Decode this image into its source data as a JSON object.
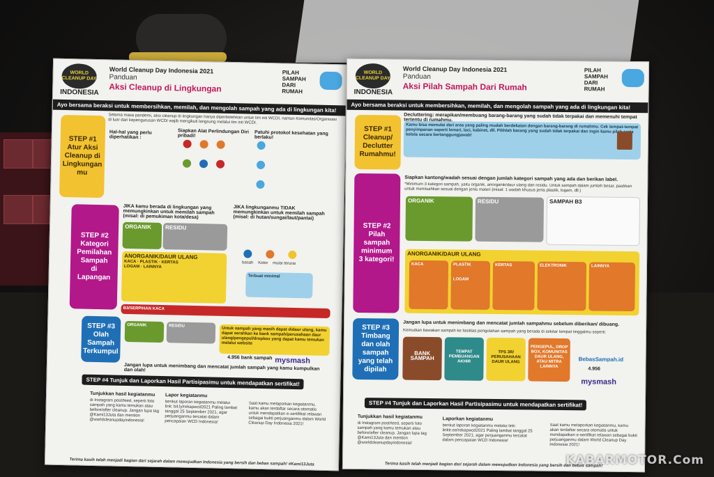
{
  "left_poster": {
    "logo_text": "WORLD CLEANUP DAY",
    "country": "INDONESIA",
    "event": "World Cleanup Day Indonesia 2021",
    "subtitle": "Panduan",
    "title": "Aksi Cleanup di Lingkungan",
    "pilah_logo": "PILAH SAMPAH DARI RUMAH",
    "banner": "Ayo bersama beraksi untuk membersihkan, memilah, dan mengolah sampah yang ada di lingkungan kita!",
    "intro": "Selama masa pandemi, aksi cleanup di lingkungan hanya diperbolehkan untuk tim inti WCDI, namun Komunitas/Organisasi di luar dari kepengurusan WCDI wajib mengikuti langsung melalui tim inti WCDI.",
    "step1": "STEP #1\nAtur Aksi\nCleanup di\nLingkungan\nmu",
    "step1_head": "Hal-hal yang perlu diperhatikan :",
    "step1_protect": "Siapkan Alat Perlindungan Diri pribadi!",
    "step1_protocol": "Patuhi protokol kesehatan yang berlaku!",
    "step2": "STEP #2\nKategori\nPemilahan\nSampah\ndi\nLapangan",
    "step2_left_head": "JIKA kamu berada di lingkungan yang memungkinkan untuk memilah sampah (misal: di pemukiman kota/desa)",
    "step2_right_head": "JIKA lingkunganmu TIDAK memungkinkan untuk memilah sampah (misal: di hutan/sungai/laut/pantai)",
    "organik": "ORGANIK",
    "residu": "RESIDU",
    "anorganik": "ANORGANIK/DAUR ULANG",
    "kaca": "KACA",
    "plastik": "PLASTIK",
    "kertas": "KERTAS",
    "logam": "LOGAM",
    "lainnya": "LAINNYA",
    "b3": "B3/SERPIHAN KACA",
    "labels_icons": [
      "basah",
      "Kotor",
      "mulai terurai"
    ],
    "terbuat": "Terbuat minimal",
    "step3": "STEP #3\nOlah\nSampah\nTerkumpul",
    "step3_text": "Untuk sampah yang masih dapat didaur ulang, kamu dapat serahkan ke bank sampah/perusahaan daur ulang/pengepul/dropbox yang dapat kamu temukan melalui website",
    "bebas": "4.956 bank sampah",
    "mysmash": "mysmash",
    "step3_tip": "Jangan lupa untuk menimbang dan mencatat jumlah sampah yang kamu kumpulkan dan olah!",
    "step4": "STEP #4 Tunjuk dan Laporkan Hasil Partisipasimu untuk mendapatkan sertifikat!",
    "s4a_title": "Tunjukkan hasil kegiatanmu",
    "s4a": "di Instagram post/feed, seperti foto sampah yang kamu temukan atau before/after cleanup. Jangan lupa tag @Kami13Juta dan mention @worldcleanupdayindonesia!",
    "s4b_title": "Lapor kegiatanmu",
    "s4b": "berikut laporan kegiatanmu melalui link: bit.ly/rekapwcd2021 Paling lambat tanggal 25 September 2021, agar perjuanganmu tercatat dalam pencapaian WCD Indonesia!",
    "s4c": "Saat kamu melaporkan kegiatanmu, kamu akan terdaftar secara otomatis untuk mendapatkan e-sertifikat relawan sebagai bukti perjuanganmu dalam World Cleanup Day Indonesia 2021!",
    "footer": "Terima kasih telah menjadi bagian dari sejarah dalam mewujudkan Indonesia yang bersih dan bebas sampah! #Kami13Juta"
  },
  "right_poster": {
    "logo_text": "WORLD CLEANUP DAY",
    "country": "INDONESIA",
    "event": "World Cleanup Day Indonesia 2021",
    "subtitle": "Panduan",
    "title": "Aksi Pilah Sampah Dari Rumah",
    "pilah_logo": "PILAH SAMPAH DARI RUMAH",
    "banner": "Ayo bersama beraksi untuk membersihkan, memilah, dan mengolah sampah yang ada di lingkungan kita!",
    "decluttering": "Decluttering: merapikan/membuang barang-barang yang sudah tidak terpakai dan memenuhi tempat tertentu di rumahmu.",
    "step1": "STEP #1\nCleanup/\nDeclutter\nRumahmu!",
    "step1_text": "Kamu bisa memulai dari area yang paling mudah berdekatan dengan barang-barang di rumahmu. Cek tempat-tempat penyimpanan seperti lemari, laci, kabinet, dll. Pilihlah barang yang sudah tidak terpakai dan ingin kamu pilah serta kelola secara bertanggungjawab!",
    "step2": "STEP #2\nPilah\nsampah\nminimum\n3 kategori!",
    "step2_head": "Siapkan kantong/wadah sesuai dengan jumlah kategori sampah yang ada dan berikan label.",
    "step2_sub": "*Minimum 3 kategori sampah, yaitu organik, anorganik/daur ulang dan residu. Untuk sampah dalam jumlah besar, pastikan untuk memisahkan sesuai dengan jenis materi (misal: 1 wadah khusus jenis plastik, logam, dll.)",
    "organik": "ORGANIK",
    "residu": "RESIDU",
    "b3": "SAMPAH B3",
    "anorganik": "ANORGANIK/DAUR ULANG",
    "kaca": "KACA",
    "plastik": "PLASTIK",
    "kertas": "KERTAS",
    "elektronik": "ELEKTRONIK",
    "lainnya": "LAINNYA",
    "logam": "LOGAM",
    "step3": "STEP #3\nTimbang\ndan olah\nsampah\nyang telah\ndipilah",
    "step3_head": "Jangan lupa untuk menimbang dan mencatat jumlah sampahmu sebelum diberikan/ dibuang.",
    "step3_sub": "Kemudian bawakan sampah ke fasilitas pengolahan sampah yang berada di sekitar tempat tinggalmu seperti:",
    "bank": "BANK SAMPAH",
    "tpa": "TEMPAT PEMBUANGAN AKHIR",
    "tps": "TPS 3R/ PERUSAHAAN DAUR ULANG",
    "pengepul": "PENGEPUL, DROP BOX, KOMUNITAS DAUR ULANG, ATAU MITRA LAINNYA",
    "bebas_site": "BebasSampah.id",
    "bebas_count": "4.956",
    "mysmash": "mysmash",
    "step4": "STEP #4 Tunjuk dan Laporkan Hasil Partisipasimu untuk mendapatkan sertifikat!",
    "s4a_title": "Tunjukkan hasil kegiatanmu",
    "s4a": "di Instagram post/feed, seperti foto sampah yang kamu temukan atau before/after cleanup. Jangan lupa tag @Kami13Juta dan mention @worldcleanupdayindonesia!",
    "s4b_title": "Laporkan kegiatanmu",
    "s4b": "berikut laporan kegiatanmu melalui link: linktr.ee/rekapwcd2021 Paling lambat tanggal 25 September 2021, agar perjuanganmu tercatat dalam pencapaian WCD Indonesia!",
    "s4c": "Saat kamu melaporkan kegiatanmu, kamu akan terdaftar secara otomatis untuk mendapatkan e-sertifikat relawan sebagai bukti perjuanganmu dalam World Cleanup Day Indonesia 2021!",
    "footer": "Terima kasih telah menjadi bagian dari sejarah dalam mewujudkan Indonesia yang bersih dan bebas sampah!"
  },
  "watermark": "KABARMOTOR.Com"
}
